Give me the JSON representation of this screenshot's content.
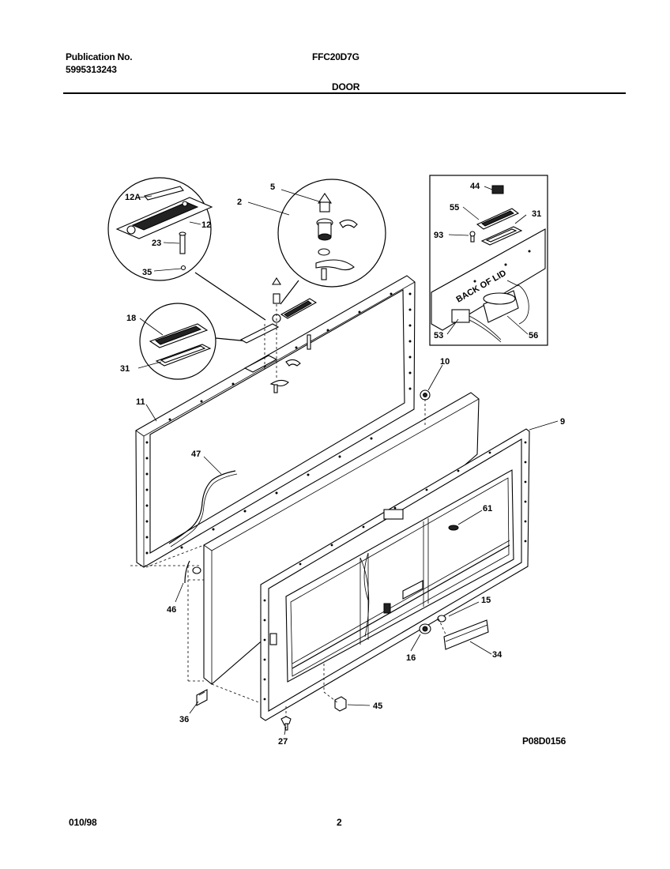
{
  "header": {
    "publication_label": "Publication No.",
    "publication_number": "5995313243",
    "model": "FFC20D7G",
    "section": "DOOR"
  },
  "footer": {
    "date_code": "010/98",
    "page_number": "2",
    "drawing_code": "P08D0156"
  },
  "inset": {
    "back_label": "BACK OF LID"
  },
  "callouts": {
    "c12a": "12A",
    "c12": "12",
    "c23": "23",
    "c35": "35",
    "c5": "5",
    "c2": "2",
    "c18": "18",
    "c31a": "31",
    "c11": "11",
    "c47": "47",
    "c46": "46",
    "c36": "36",
    "c27": "27",
    "c45": "45",
    "c10": "10",
    "c9": "9",
    "c61": "61",
    "c15": "15",
    "c16": "16",
    "c34": "34",
    "c44": "44",
    "c55": "55",
    "c31b": "31",
    "c93": "93",
    "c53": "53",
    "c56": "56"
  }
}
